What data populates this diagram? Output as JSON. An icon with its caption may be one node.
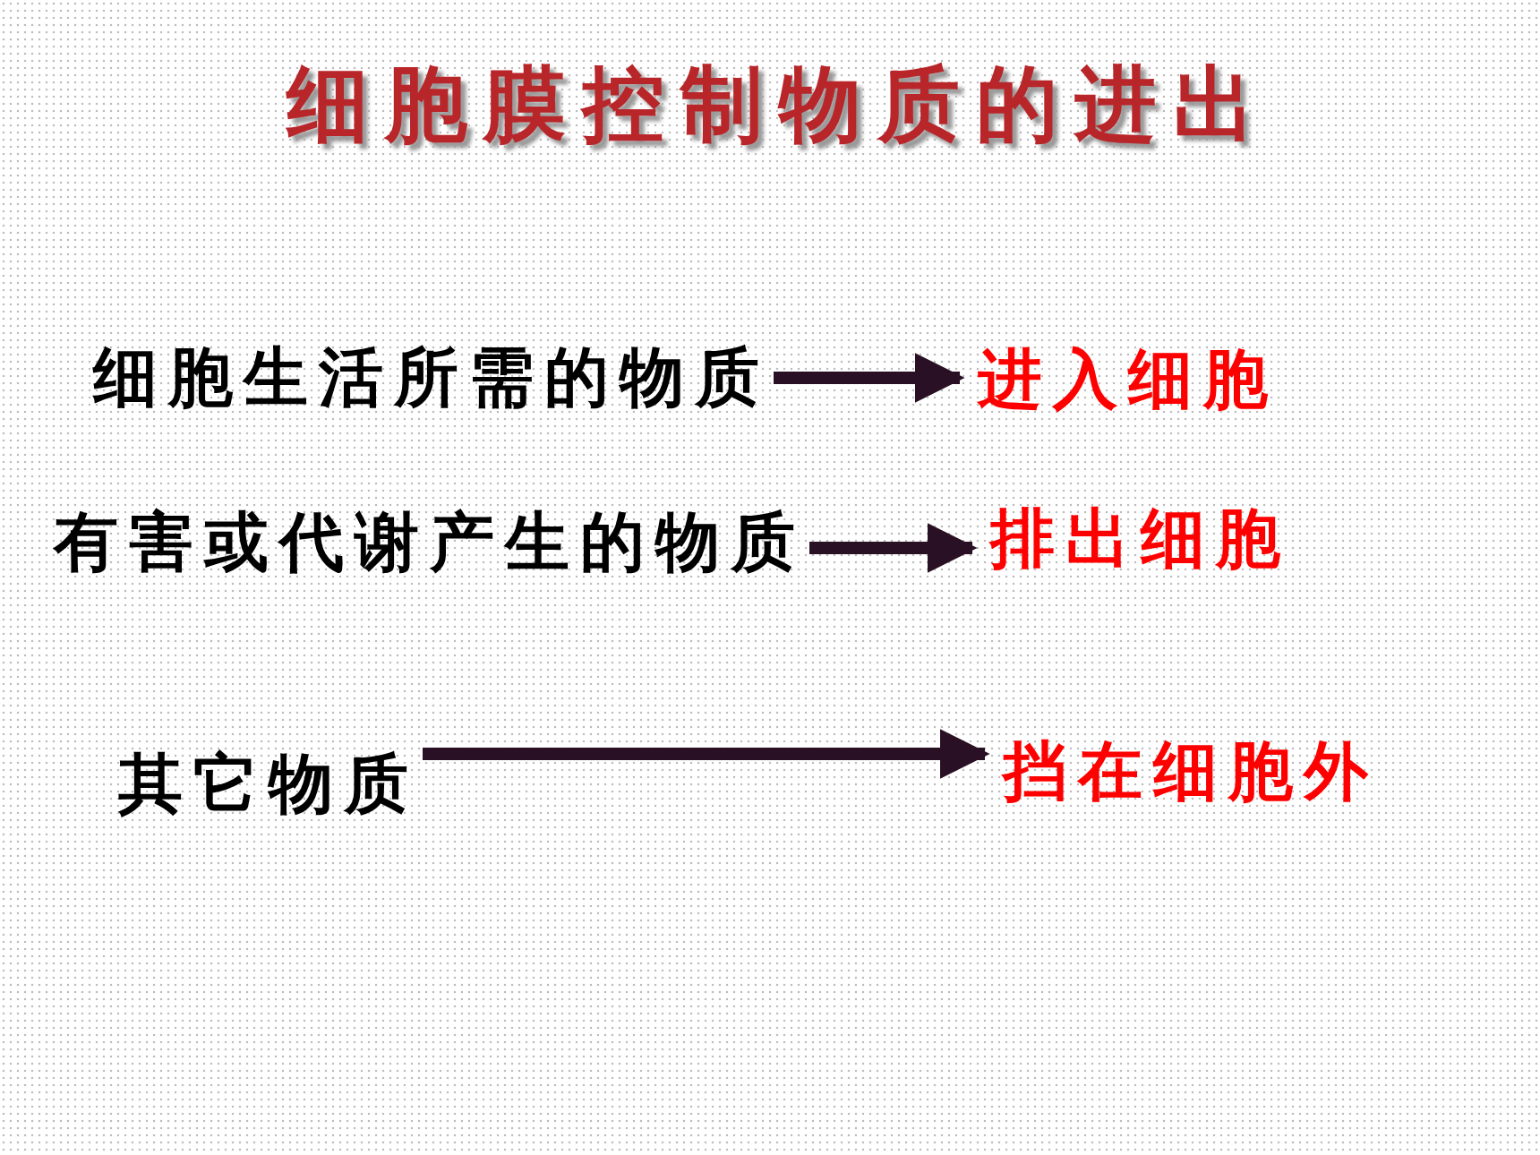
{
  "diagram": {
    "title": "细胞膜控制物质的进出",
    "nodes": [
      {
        "text": [
          "细胞生活所需的物质"
        ]
      },
      {
        "text": [
          "进入细胞"
        ]
      },
      {
        "text": [
          "有害或代谢产生的物质"
        ]
      },
      {
        "text": [
          "排出细胞"
        ]
      },
      {
        "text": [
          "其它物质"
        ]
      },
      {
        "text": [
          "挡在细胞外"
        ]
      }
    ],
    "edges": [
      {
        "from": 0,
        "to": 1,
        "arrow": "to"
      },
      {
        "from": 2,
        "to": 3,
        "arrow": "to"
      },
      {
        "from": 4,
        "to": 5,
        "arrow": "to"
      }
    ]
  }
}
